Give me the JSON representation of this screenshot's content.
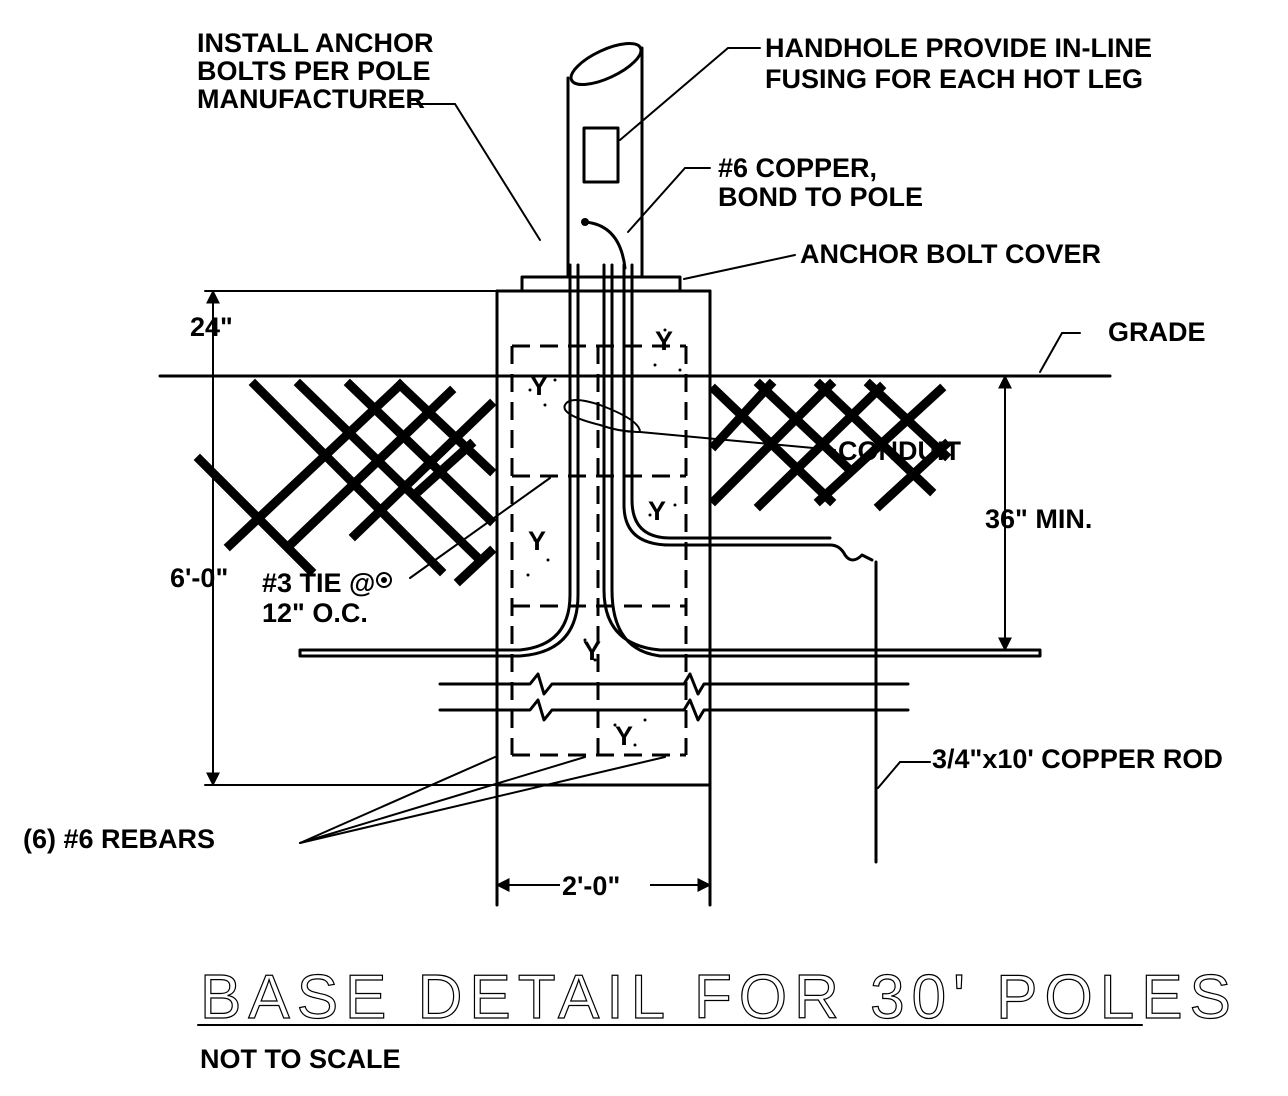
{
  "labels": {
    "anchor_bolts": [
      "INSTALL ANCHOR",
      "BOLTS PER POLE",
      "MANUFACTURER"
    ],
    "handhole": [
      "HANDHOLE PROVIDE IN-LINE",
      "FUSING FOR EACH HOT LEG"
    ],
    "copper_bond": [
      "#6 COPPER,",
      "BOND TO POLE"
    ],
    "anchor_bolt_cover": "ANCHOR BOLT COVER",
    "grade": "GRADE",
    "conduit": "CONDUIT",
    "tie": [
      "#3 TIE @",
      "12\" O.C."
    ],
    "rebars": "(6) #6 REBARS",
    "copper_rod": "3/4\"x10' COPPER ROD"
  },
  "dimensions": {
    "above_grade": "24\"",
    "depth_min": "36\" MIN.",
    "total_depth": "6'-0\"",
    "width": "2'-0\""
  },
  "title": "BASE DETAIL FOR 30' POLES",
  "subtitle": "NOT TO SCALE"
}
